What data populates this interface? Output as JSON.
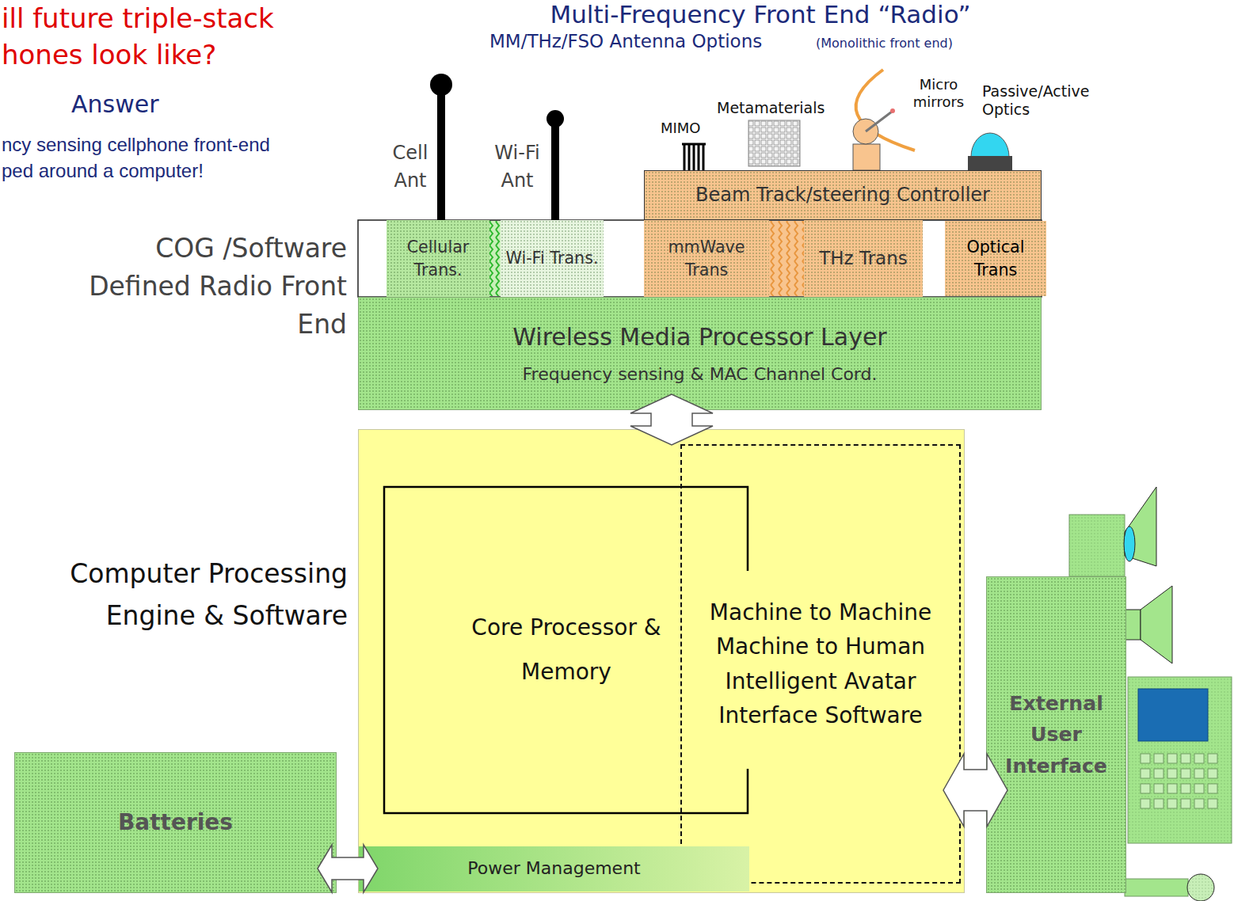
{
  "diagram": {
    "title": "Multi-Frequency Front End “Radio”",
    "nodes": [
      {
        "text": [
          "Beam Track/steering Controller"
        ]
      },
      {
        "text": [
          "Cellular Trans."
        ]
      },
      {
        "text": [
          "Wi-Fi Trans."
        ]
      },
      {
        "text": [
          "mmWave Trans"
        ]
      },
      {
        "text": [
          "THz Trans"
        ]
      },
      {
        "text": [
          "Optical Trans"
        ]
      },
      {
        "text": [
          "Wireless Media Processor Layer",
          "Frequency sensing & MAC Channel Cord."
        ]
      },
      {
        "text": [
          "Computer Processing Engine & Software"
        ]
      },
      {
        "text": [
          "Core Processor & Memory"
        ],
        "in": 7
      },
      {
        "text": [
          "Machine to Machine Machine to Human Intelligent Avatar Interface Software"
        ],
        "in": 7
      },
      {
        "text": [
          "Power Management"
        ],
        "in": 7
      },
      {
        "text": [
          "Batteries"
        ]
      },
      {
        "text": [
          "External User Interface"
        ]
      }
    ],
    "edges": [
      {
        "from": 6,
        "to": 7,
        "arrow": "both"
      },
      {
        "from": 7,
        "to": 12,
        "arrow": "both"
      },
      {
        "from": 11,
        "to": 10,
        "arrow": "both"
      }
    ],
    "labels": [
      "ill future triple-stack",
      "hones look like?",
      "Answer",
      "ncy sensing cellphone front-end",
      "ped around a computer!",
      "MM/THz/FSO Antenna Options",
      "(Monolithic front end)",
      "Cell Ant",
      "Wi-Fi Ant",
      "MIMO",
      "Metamaterials",
      "Micro mirrors",
      "Passive/Active Optics",
      "COG /Software Defined Radio Front End"
    ]
  }
}
